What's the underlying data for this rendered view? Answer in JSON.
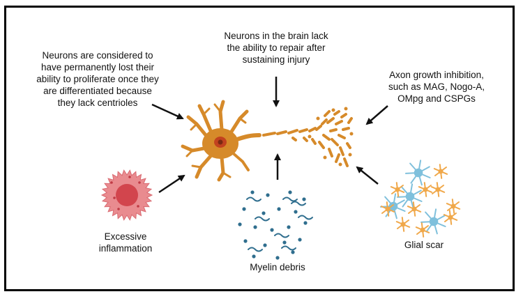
{
  "labels": {
    "top": "Neurons in the brain lack\nthe ability to repair after\nsustaining injury",
    "left": "Neurons are considered to\nhave permanently lost their\nability to proliferate once they\nare differentiated because\nthey lack centrioles",
    "right": "Axon growth inhibition,\nsuch as MAG, Nogo-A,\nOMpg and CSPGs",
    "inflammation": "Excessive\ninflammation",
    "myelin": "Myelin debris",
    "glial": "Glial scar"
  },
  "icons": [
    "neuron-icon",
    "axon-fragments-icon",
    "immune-cell-icon",
    "myelin-debris-icon",
    "glial-cells-icon"
  ],
  "colors": {
    "neuron": "#d68a2a",
    "neuron_dark": "#b86f1a",
    "soma_core": "#c2421f",
    "immune_cell": "#e98b8f",
    "immune_core": "#d2454d",
    "debris": "#2f6e8e",
    "glia_blue": "#7fc0dc",
    "glia_orange": "#f0a84a"
  }
}
